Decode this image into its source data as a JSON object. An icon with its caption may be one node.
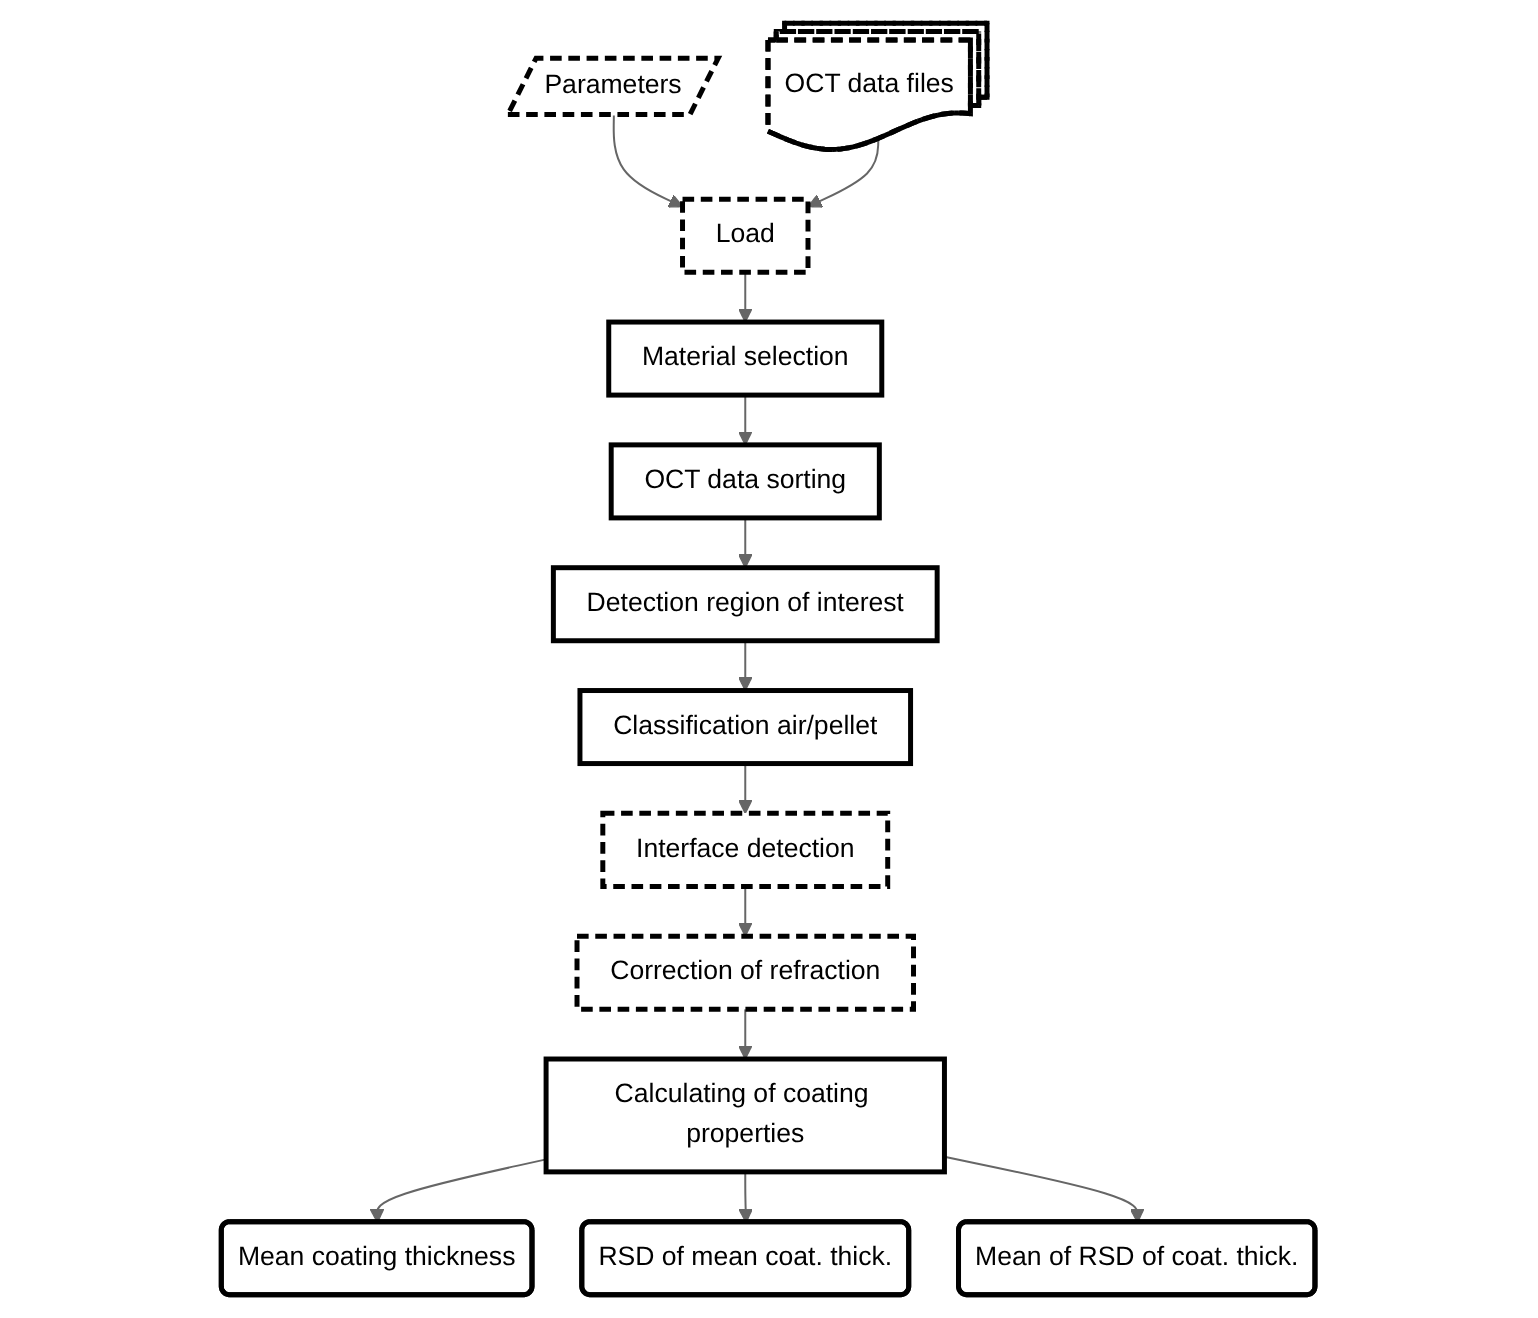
{
  "diagram": {
    "nodes": [
      {
        "text": [
          "Parameters"
        ]
      },
      {
        "text": [
          "Load"
        ]
      },
      {
        "text": [
          "OCT data files"
        ]
      },
      {
        "text": [
          "Material selection"
        ]
      },
      {
        "text": [
          "OCT data sorting"
        ]
      },
      {
        "text": [
          "Detection region of interest"
        ]
      },
      {
        "text": [
          "Classification air/pellet"
        ]
      },
      {
        "text": [
          "Interface detection"
        ]
      },
      {
        "text": [
          "Correction of refraction"
        ]
      },
      {
        "text": [
          "Calculating of coating properties"
        ]
      },
      {
        "text": [
          "Mean coating thickness"
        ]
      },
      {
        "text": [
          "RSD of mean coat. thick."
        ]
      },
      {
        "text": [
          "Mean of RSD of coat. thick."
        ]
      }
    ],
    "edges": [
      {
        "from": 0,
        "to": 1,
        "arrow": "to"
      },
      {
        "from": 2,
        "to": 1,
        "arrow": "to"
      },
      {
        "from": 1,
        "to": 3,
        "arrow": "to"
      },
      {
        "from": 3,
        "to": 4,
        "arrow": "to"
      },
      {
        "from": 4,
        "to": 5,
        "arrow": "to"
      },
      {
        "from": 5,
        "to": 6,
        "arrow": "to"
      },
      {
        "from": 6,
        "to": 7,
        "arrow": "to"
      },
      {
        "from": 7,
        "to": 8,
        "arrow": "to"
      },
      {
        "from": 8,
        "to": 9,
        "arrow": "to"
      },
      {
        "from": 9,
        "to": 10,
        "arrow": "to"
      },
      {
        "from": 9,
        "to": 11,
        "arrow": "to"
      },
      {
        "from": 9,
        "to": 12,
        "arrow": "to"
      }
    ]
  }
}
